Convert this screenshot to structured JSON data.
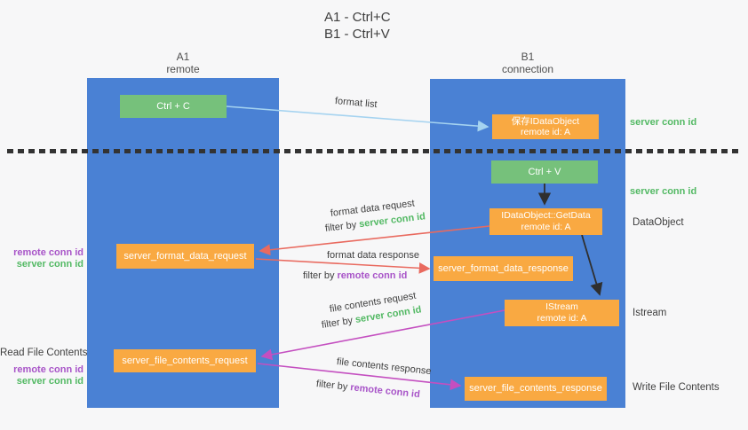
{
  "title": {
    "line1": "A1 - Ctrl+C",
    "line2": "B1 - Ctrl+V"
  },
  "columns": {
    "left": {
      "name": "A1",
      "subtitle": "remote"
    },
    "right": {
      "name": "B1",
      "subtitle": "connection"
    }
  },
  "nodes": {
    "ctrl_c": {
      "label": "Ctrl + C"
    },
    "save_idataobject": {
      "line1": "保存IDataObject",
      "line2": "remote id: A"
    },
    "ctrl_v": {
      "label": "Ctrl + V"
    },
    "getdata": {
      "line1": "IDataObject::GetData",
      "line2": "remote id: A"
    },
    "format_request": {
      "label": "server_format_data_request"
    },
    "format_response": {
      "label": "server_format_data_response"
    },
    "istream": {
      "line1": "IStream",
      "line2": "remote id: A"
    },
    "file_request": {
      "label": "server_file_contents_request"
    },
    "file_response": {
      "label": "server_file_contents_response"
    }
  },
  "arrow_labels": {
    "format_list": "format list",
    "format_data_request": {
      "title": "format data request",
      "filter_prefix": "filter by ",
      "filter_value": "server conn id"
    },
    "format_data_response": {
      "title": "format data response",
      "filter_prefix": "filter by ",
      "filter_value": "remote conn id"
    },
    "file_contents_request": {
      "title": "file contents request",
      "filter_prefix": "filter by ",
      "filter_value": "server conn id"
    },
    "file_contents_response": {
      "title": "file contents response",
      "filter_prefix": "filter by ",
      "filter_value": "remote conn id"
    }
  },
  "side_labels": {
    "right_top_server_conn": "server conn id",
    "right_mid_server_conn": "server conn id",
    "right_dataobject": "DataObject",
    "right_istream": "Istream",
    "right_write_file": "Write File Contents",
    "left_remote_conn_1": "remote conn id",
    "left_server_conn_1": "server conn id",
    "left_read_file": "Read File Contents",
    "left_remote_conn_2": "remote conn id",
    "left_server_conn_2": "server conn id"
  },
  "colors": {
    "column_blue": "#4a81d4",
    "node_green": "#76c17b",
    "node_orange": "#f9a942",
    "green_text": "#53b964",
    "purple_text": "#a854c8",
    "red_arrow": "#e96a5f",
    "magenta_arrow": "#c44fc0",
    "blue_arrow": "#a5d3f0",
    "dark_text": "#3f3f3f"
  }
}
